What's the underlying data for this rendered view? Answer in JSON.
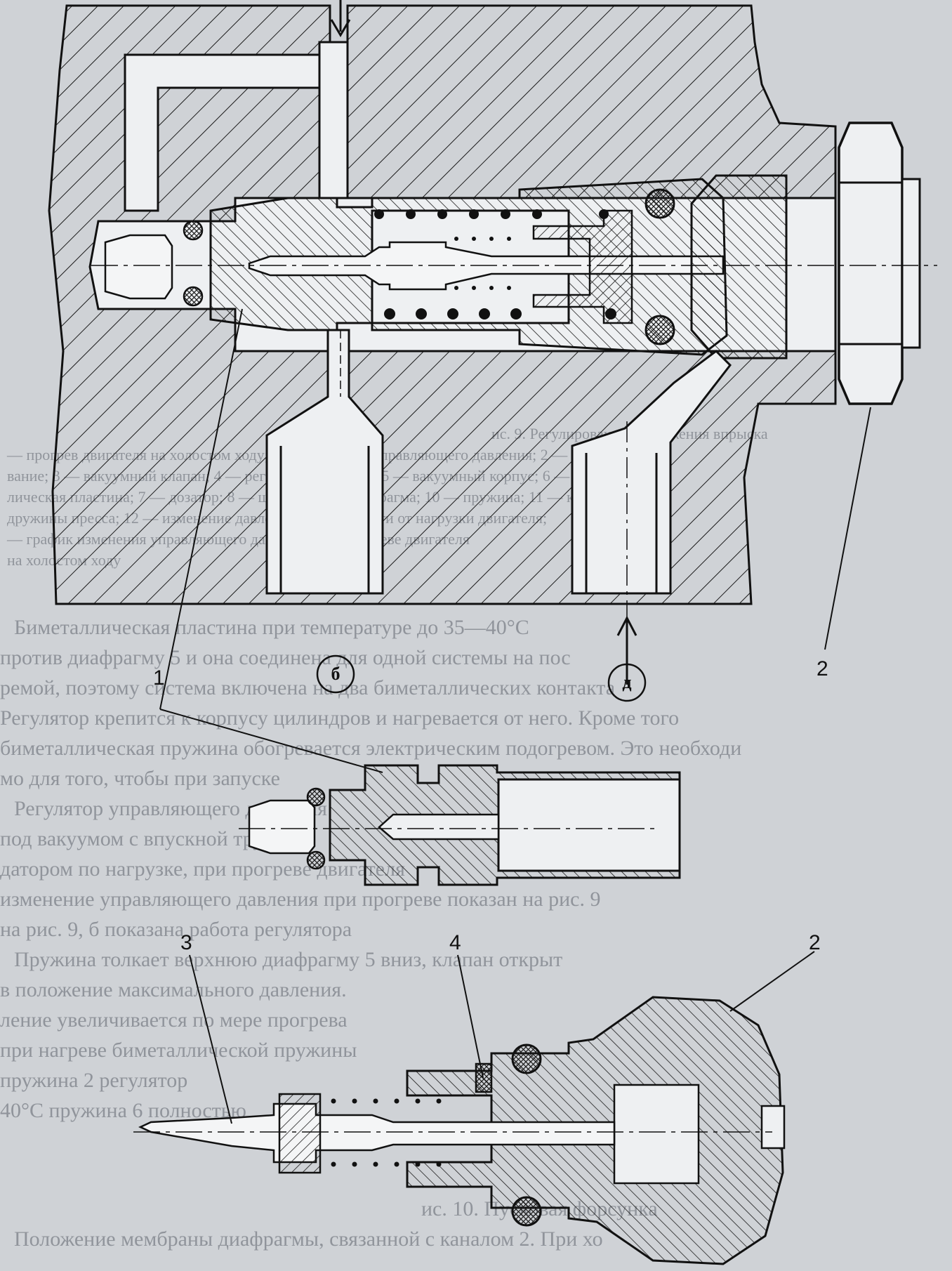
{
  "labels": {
    "part1": "1",
    "part2_top": "2",
    "part2_bottom": "2",
    "part3": "3",
    "part4": "4",
    "port_b": "б",
    "port_d": "д"
  },
  "bleed_text": [
    "ис. 9. Регулирование опережения впрыска",
    "— прогрев двигателя на холостом ходу; 1 — регулятор управляющего давления; 2 — турбиро",
    "вание; 3 — вакуумный клапан; 4 — регулятор давления; 5 — вакуумный корпус; 6 — биметал",
    "лическая пластина; 7 — дозатор; 8 — штуцер; 9 — диафрагма; 10 — пружина; 11 — кла",
    "дружины пресса; 12 — изменение давления в зависимости от нагрузки двигателя;",
    "— график изменения управляющего давления при прогреве двигателя",
    "на холостом ходу",
    "Биметаллическая пластина при температуре до 35—40°С",
    "против диафрагму 5 и она соединена для одной системы на пос",
    "ремой, поэтому система включена на два биметаллических контакта",
    "Регулятор крепится к корпусу цилиндров и нагревается от него. Кроме того",
    "биметаллическая пружина обогревается электрическим подогревом. Это необходи",
    "мо для того, чтобы при запуске",
    "Регулятор управляющего давления",
    "под вакуумом с впускной трубой",
    "датором по нагрузке, при прогреве двигателя",
    "изменение управляющего давления при прогреве показан на рис. 9",
    "на рис. 9, б показана работа регулятора",
    "Пружина толкает верхнюю диафрагму 5 вниз, клапан открыт",
    "в положение максимального давления.",
    "ление увеличивается по мере прогрева",
    "при нагреве биметаллической пружины",
    "пружина 2 регулятор",
    "40°С пружина 6 полностью",
    "ис. 10. Пусковая форсунка",
    "Положение мембраны диафрагмы, связанной с каналом 2. При хо"
  ]
}
